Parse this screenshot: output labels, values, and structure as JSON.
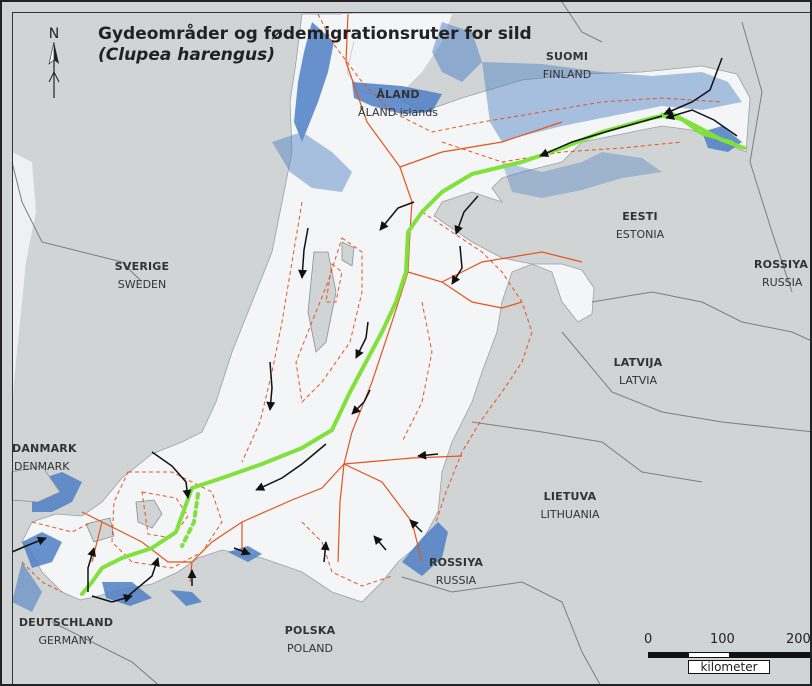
{
  "title": "Gydeområder og fødemigrationsruter for sild",
  "subtitle": "(Clupea harengus)",
  "north_label": "N",
  "countries": [
    {
      "id": "finland",
      "local": "SUOMI",
      "english": "FINLAND"
    },
    {
      "id": "aland",
      "local": "ÅLAND",
      "english": "ÅLAND islands"
    },
    {
      "id": "sweden",
      "local": "SVERIGE",
      "english": "SWEDEN"
    },
    {
      "id": "estonia",
      "local": "EESTI",
      "english": "ESTONIA"
    },
    {
      "id": "russia-east",
      "local": "ROSSIYA",
      "english": "RUSSIA"
    },
    {
      "id": "latvia",
      "local": "LATVIJA",
      "english": "LATVIA"
    },
    {
      "id": "denmark",
      "local": "DANMARK",
      "english": "DENMARK"
    },
    {
      "id": "lithuania",
      "local": "LIETUVA",
      "english": "LITHUANIA"
    },
    {
      "id": "russia-kaliningrad",
      "local": "ROSSIYA",
      "english": "RUSSIA"
    },
    {
      "id": "germany",
      "local": "DEUTSCHLAND",
      "english": "GERMANY"
    },
    {
      "id": "poland",
      "local": "POLSKA",
      "english": "POLAND"
    }
  ],
  "scale_bar": {
    "ticks": [
      "0",
      "100",
      "200"
    ],
    "unit": "kilometer"
  },
  "colors": {
    "land": "#d1d4d4",
    "sea": "#f4f5f6",
    "spawning_areas": "#4d7fc4",
    "migration_route": "#7fe13a",
    "zone_boundaries": "#e2551f",
    "depth_contour": "#e2551f",
    "arrows": "#111111",
    "borders": "#777777"
  }
}
